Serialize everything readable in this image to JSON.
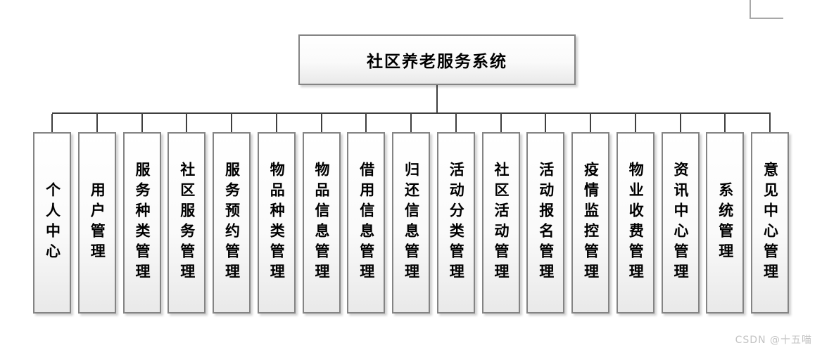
{
  "diagram": {
    "title": "社区养老服务系统",
    "root": {
      "label": "社区养老服务系统"
    },
    "children": [
      {
        "label": "个人中心"
      },
      {
        "label": "用户管理"
      },
      {
        "label": "服务种类管理"
      },
      {
        "label": "社区服务管理"
      },
      {
        "label": "服务预约管理"
      },
      {
        "label": "物品种类管理"
      },
      {
        "label": "物品信息管理"
      },
      {
        "label": "借用信息管理"
      },
      {
        "label": "归还信息管理"
      },
      {
        "label": "活动分类管理"
      },
      {
        "label": "社区活动管理"
      },
      {
        "label": "活动报名管理"
      },
      {
        "label": "疫情监控管理"
      },
      {
        "label": "物业收费管理"
      },
      {
        "label": "资讯中心管理"
      },
      {
        "label": "系统管理"
      },
      {
        "label": "意见中心管理"
      }
    ],
    "colors": {
      "box_border": "#848484",
      "connector": "#3f3f3f",
      "box_fill_top": "#ffffff",
      "box_fill_bottom": "#e9e9e9",
      "text": "#000000",
      "watermark": "#c3c3c3"
    }
  },
  "watermark": {
    "text": "CSDN @十五喵"
  }
}
